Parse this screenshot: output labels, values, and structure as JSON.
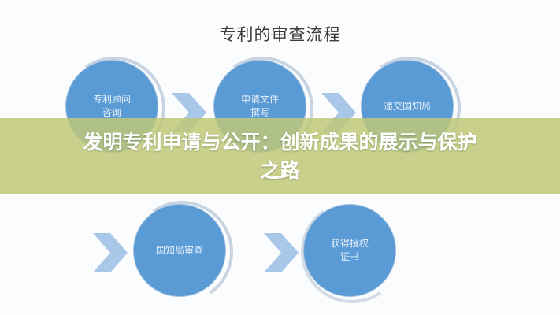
{
  "diagram": {
    "title": "专利的审查流程",
    "steps": [
      {
        "line1": "专利顾问",
        "line2": "咨询"
      },
      {
        "line1": "申请文件",
        "line2": "撰写"
      },
      {
        "line1": "递交国知局",
        "line2": ""
      },
      {
        "line1": "国知局审查",
        "line2": ""
      },
      {
        "line1": "获得授权",
        "line2": "证书"
      }
    ],
    "colors": {
      "node": "#5b9bd5",
      "arrow": "#a9c7e8",
      "band": "#bec878"
    }
  },
  "overlay": {
    "line1": "发明专利申请与公开：创新成果的展示与保护",
    "line2": "之路"
  }
}
